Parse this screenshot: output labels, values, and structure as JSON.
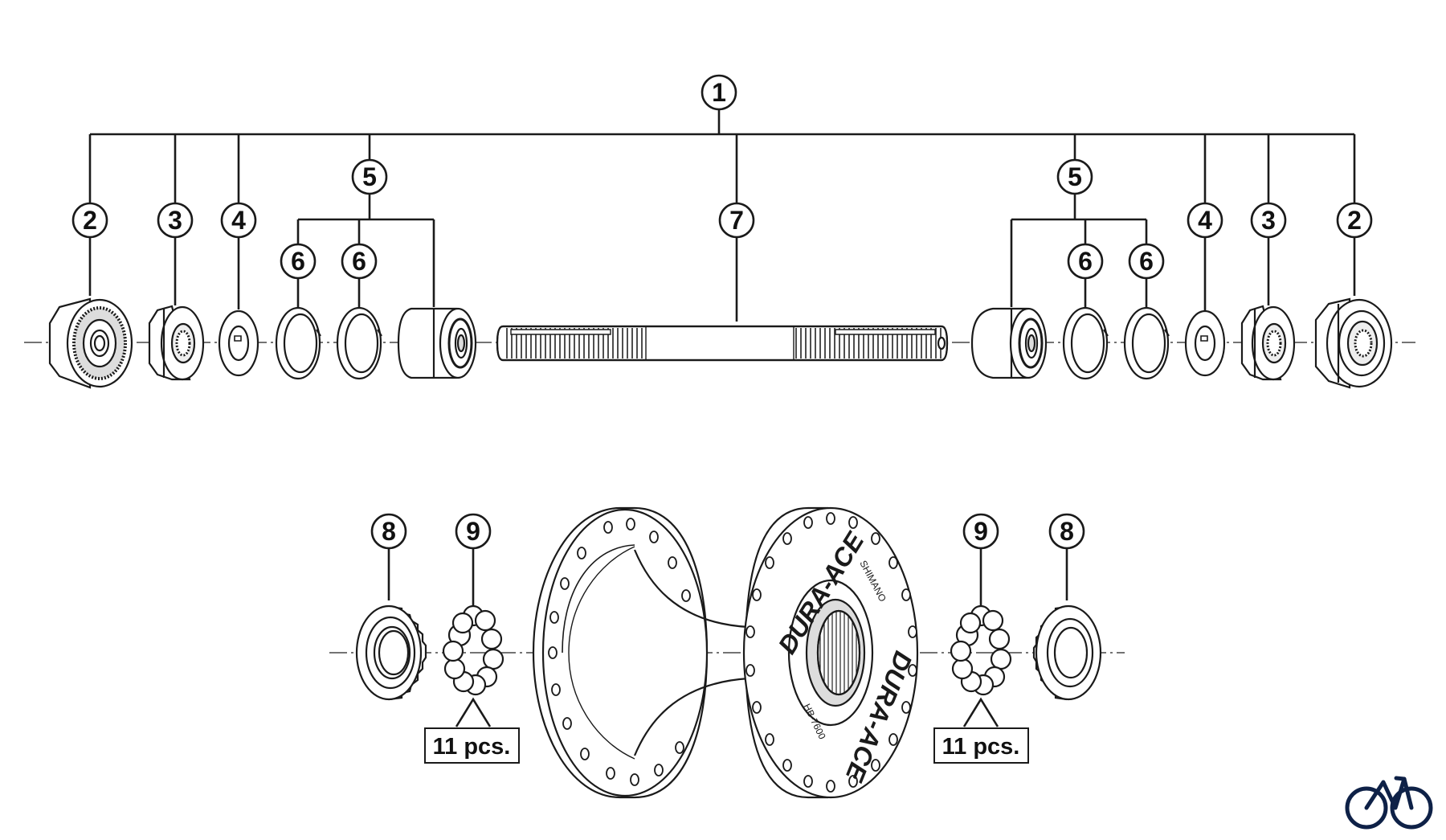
{
  "callouts": {
    "c1": "1",
    "c2_left": "2",
    "c3_left": "3",
    "c4_left": "4",
    "c5_left": "5",
    "c6_left_a": "6",
    "c6_left_b": "6",
    "c7": "7",
    "c5_right": "5",
    "c6_right_a": "6",
    "c6_right_b": "6",
    "c4_right": "4",
    "c3_right": "3",
    "c2_right": "2",
    "c8_left": "8",
    "c9_left": "9",
    "c9_right": "9",
    "c8_right": "8"
  },
  "quantity_labels": {
    "left": "11 pcs.",
    "right": "11 pcs."
  },
  "hub_markings": {
    "brand_top": "DURA-ACE",
    "brand_bottom": "DURA-ACE",
    "maker": "SHIMANO",
    "model": "HB-7600"
  },
  "colors": {
    "line": "#1a1a1a",
    "fill": "#ffffff",
    "shade": "#d9d9d9",
    "logo_navy": "#0e2147"
  },
  "icons": {
    "corner_logo": "bicycle-icon"
  }
}
